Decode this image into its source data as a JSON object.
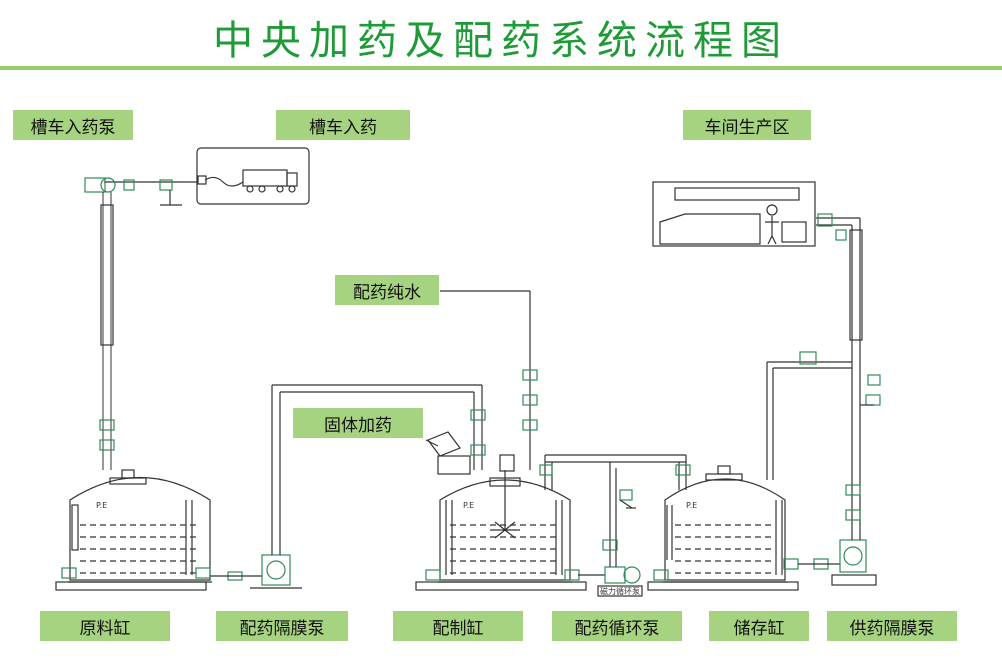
{
  "title": "中央加药及配药系统流程图",
  "colors": {
    "title": "#1e9a37",
    "rule": "#9acd6a",
    "label_bg": "#a6d37f",
    "line": "#333333",
    "valve": "#2e8b57"
  },
  "labels": {
    "tanker_pump": "槽车入药泵",
    "tanker_dosing": "槽车入药",
    "workshop": "车间生产区",
    "pure_water": "配药纯水",
    "solid_dosing": "固体加药",
    "raw_tank": "原料缸",
    "dosing_pump": "配药隔膜泵",
    "mixing_tank": "配制缸",
    "circ_pump": "配药循环泵",
    "storage_tank": "储存缸",
    "supply_pump": "供药隔膜泵"
  },
  "tank_marks": {
    "pe": "P.E"
  },
  "small_text": {
    "circ_pump_tag": "磁力循环泵"
  }
}
